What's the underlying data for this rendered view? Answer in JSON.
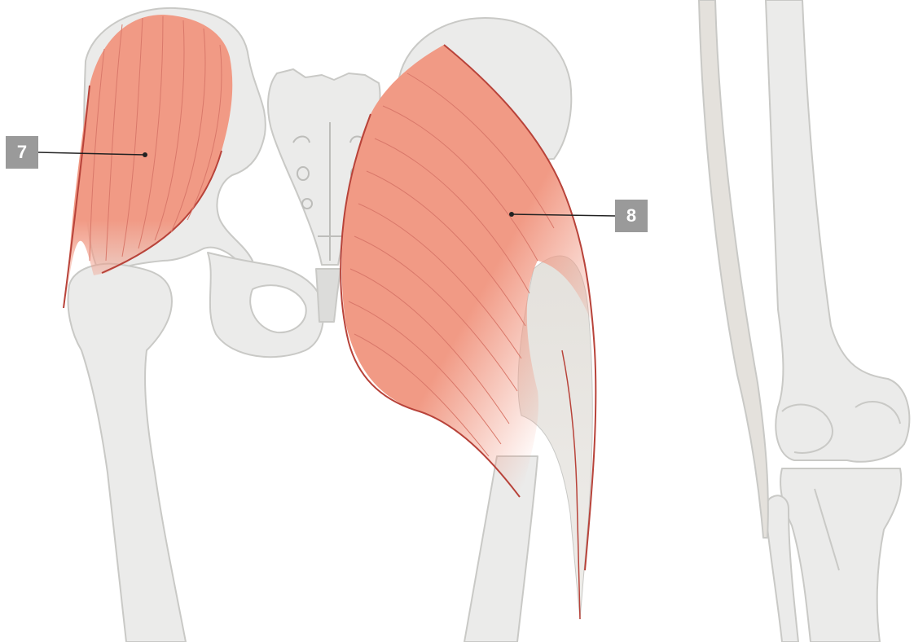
{
  "diagram": {
    "colors": {
      "background": "#ffffff",
      "bone_fill": "#ebebea",
      "bone_outline": "#c9c9c6",
      "muscle_fill": "#f19a85",
      "muscle_outline": "#b8433a",
      "muscle_fibre": "#d9786a",
      "tendon_fill": "#e4e1dc",
      "label_box": "#9a9a9a",
      "leader_line": "#222222"
    },
    "labels": [
      {
        "id": "7",
        "text": "7"
      },
      {
        "id": "8",
        "text": "8"
      }
    ]
  }
}
